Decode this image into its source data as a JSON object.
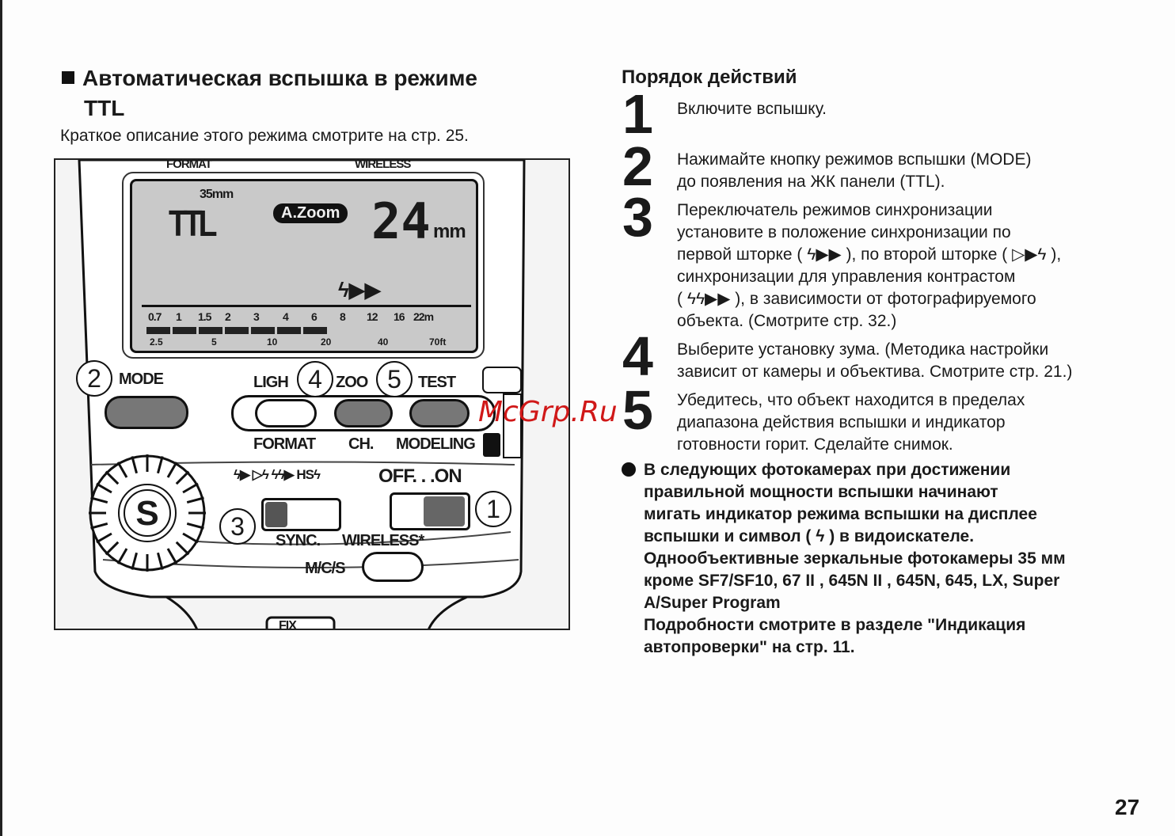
{
  "section": {
    "title_line1": "Автоматическая вспышка в режиме",
    "title_line2": "TTL",
    "subtitle": "Краткое описание этого режима смотрите на стр. 25."
  },
  "diagram": {
    "top_labels": {
      "format": "FORMAT",
      "wireless": "WIRELESS"
    },
    "lcd": {
      "format": "35mm",
      "mode": "TTL",
      "auto_zoom": "A.Zoom",
      "focal_length": "24",
      "focal_unit": "mm",
      "sync_symbol": "ϟ▶▶",
      "scale_m": [
        "0.7",
        "1",
        "1.5",
        "2",
        "3",
        "4",
        "6",
        "8",
        "12",
        "16",
        "22m"
      ],
      "bars_lit": 7,
      "scale_ft": [
        "2.5",
        "5",
        "10",
        "20",
        "40",
        "70ft"
      ]
    },
    "callouts": {
      "c1": "1",
      "c2": "2",
      "c3": "3",
      "c4": "4",
      "c5": "5"
    },
    "labels": {
      "mode": "MODE",
      "light": "LIGH",
      "zoom": "ZOO",
      "test": "TEST",
      "format": "FORMAT",
      "ch": "CH.",
      "modeling": "MODELING",
      "sync_modes": "ϟ▶ ▷ϟ ϟϟ▶ HSϟ",
      "off_on": "OFF. . .ON",
      "sync": "SYNC.",
      "wireless": "WIRELESS*",
      "mcs": "M/C/S",
      "dial": "S",
      "fix": "FIX"
    }
  },
  "watermark": "McGrp.Ru",
  "procedure": {
    "heading": "Порядок действий",
    "steps": [
      {
        "num": "1",
        "lines": [
          "Включите вспышку."
        ]
      },
      {
        "num": "2",
        "lines": [
          "Нажимайте кнопку режимов вспышки (MODE)",
          "до появления на ЖК панели (TTL)."
        ]
      },
      {
        "num": "3",
        "lines": [
          "Переключатель режимов синхронизации",
          "установите в положение синхронизации по",
          "первой шторке ( ϟ▶▶ ), по второй шторке ( ▷▶ϟ ),",
          "синхронизации для управления контрастом",
          "( ϟϟ▶▶ ), в зависимости от фотографируемого",
          "объекта. (Смотрите стр. 32.)"
        ]
      },
      {
        "num": "4",
        "lines": [
          "Выберите установку зума. (Методика настройки",
          "зависит от камеры и объектива. Смотрите стр. 21.)"
        ]
      },
      {
        "num": "5",
        "lines": [
          "Убедитесь, что объект находится в пределах",
          "диапазона действия вспышки и индикатор",
          "готовности горит. Сделайте снимок."
        ]
      }
    ],
    "note_lines": [
      "В следующих фотокамерах при достижении",
      "правильной мощности вспышки начинают",
      "мигать индикатор режима вспышки на дисплее",
      "вспышки и символ ( ϟ ) в видоискателе.",
      "Однообъективные зеркальные фотокамеры 35 мм",
      "кроме SF7/SF10, 67 II , 645N II , 645N, 645, LX, Super",
      "A/Super Program",
      "Подробности смотрите в разделе \"Индикация",
      "автопроверки\" на стр. 11."
    ]
  },
  "page_number": "27"
}
